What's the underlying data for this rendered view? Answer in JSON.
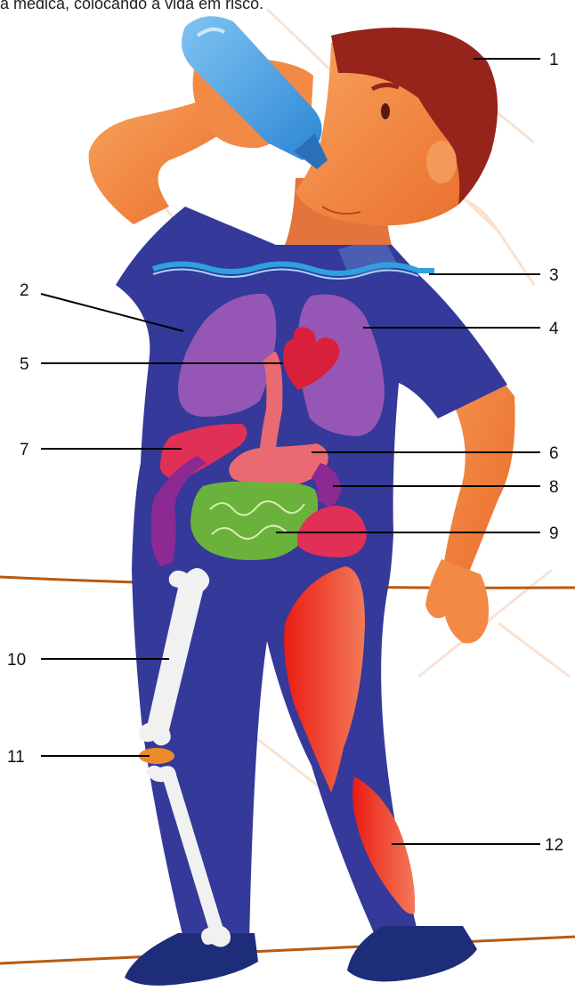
{
  "caption": "a médica, colocando a vida em risco.",
  "labels": [
    "1",
    "2",
    "3",
    "4",
    "5",
    "6",
    "7",
    "8",
    "9",
    "10",
    "11",
    "12"
  ],
  "colors": {
    "shirt": "#34399a",
    "skin": "#f0843c",
    "hair": "#96241b",
    "bottle": "#4a9fe0",
    "lungs": "#a15ab8",
    "heart": "#d8203a",
    "liver": "#e03055",
    "stomach": "#ea6a72",
    "intestine_small": "#6ab23c",
    "intestine_large": "#8a2a92",
    "bone": "#f1f1f1",
    "kneecap": "#ee8a2a",
    "muscle": "#e62a22",
    "water": "#2fa0e0",
    "floor_line": "#b85a10"
  }
}
